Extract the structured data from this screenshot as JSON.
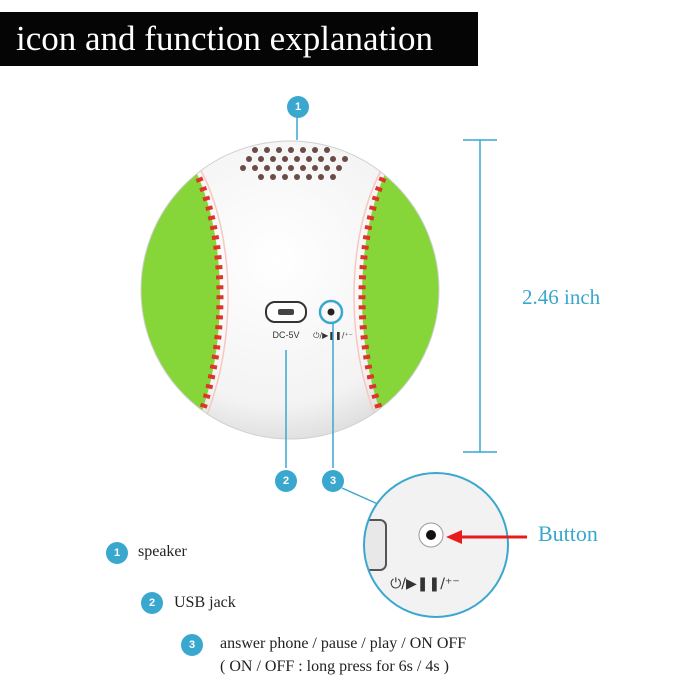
{
  "title": "icon and function explanation",
  "dimension": "2.46 inch",
  "callout": "Button",
  "ball_labels": {
    "usb_port": "DC-5V",
    "button_icons": "⏻/▶❚❚/⁺⁻"
  },
  "markers": [
    "1",
    "2",
    "3"
  ],
  "legend": [
    {
      "number": "1",
      "text": "speaker"
    },
    {
      "number": "2",
      "text": "USB jack"
    },
    {
      "number": "3",
      "text": "answer phone / pause / play / ON OFF",
      "note": "( ON / OFF : long press for 6s / 4s )"
    }
  ],
  "colors": {
    "accent": "#3aa7cf",
    "ball_green": "#86d63a",
    "stitch_red": "#e0342a",
    "arrow_red": "#e81c1c",
    "title_bg": "#050505"
  }
}
